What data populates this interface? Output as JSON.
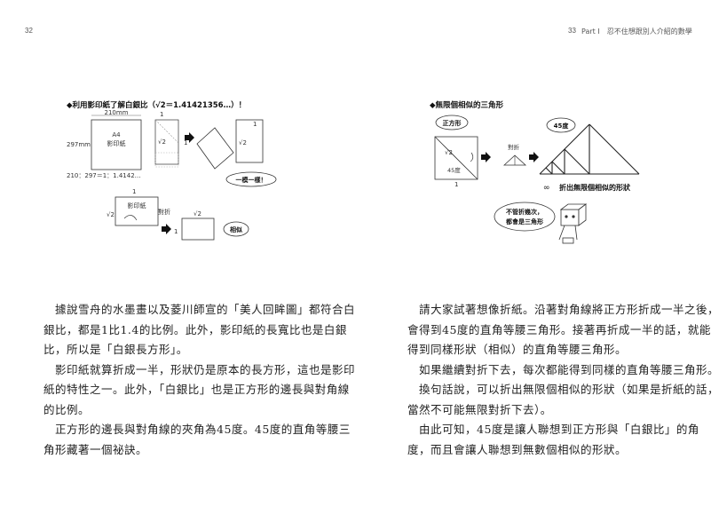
{
  "header": {
    "left_page_number": "32",
    "right_page_number": "33",
    "running_head": "Part I　忍不住想跟別人介紹的數學"
  },
  "figure_left": {
    "caption": "◆利用影印紙了解白銀比（√2＝1.41421356…）！",
    "a4_width": "210mm",
    "a4_height": "297mm",
    "a4_label_1": "A4",
    "a4_label_2": "影印紙",
    "one": "1",
    "sqrt2": "√2",
    "ratio_text": "210：297＝1：1.4142…",
    "same_bubble": "一模一樣！",
    "copy_paper": "影印紙",
    "fold_label": "對折",
    "similar_bubble": "相似"
  },
  "figure_right": {
    "caption": "◆無限個相似的三角形",
    "square_bubble": "正方形",
    "sqrt2": "√2",
    "angle": "45度",
    "one": "1",
    "fold_label": "對折",
    "angle_bubble": "45度",
    "infinity_caption": "折出無限個相似的形狀",
    "char_bubble_1": "不管折幾次，",
    "char_bubble_2": "都會是三角形"
  },
  "left_text": [
    "　據說雪舟的水墨畫以及菱川師宣的「美人回眸圖」都符合白",
    "銀比，都是1比1.4的比例。此外，影印紙的長寬比也是白銀",
    "比，所以是「白銀長方形」。",
    "　影印紙就算折成一半，形狀仍是原本的長方形，這也是影印",
    "紙的特性之一。此外，「白銀比」也是正方形的邊長與對角線",
    "的比例。",
    "　正方形的邊長與對角線的夾角為45度。45度的直角等腰三",
    "角形藏著一個祕訣。"
  ],
  "right_text": [
    "　請大家試著想像折紙。沿著對角線將正方形折成一半之後，",
    "會得到45度的直角等腰三角形。接著再折成一半的話，就能",
    "得到同樣形狀（相似）的直角等腰三角形。",
    "　如果繼續對折下去，每次都能得到同樣的直角等腰三角形。",
    "　換句話說，可以折出無限個相似的形狀（如果是折紙的話，",
    "當然不可能無限對折下去）。",
    "　由此可知，45度是讓人聯想到正方形與「白銀比」的角",
    "度，而且會讓人聯想到無數個相似的形狀。"
  ]
}
